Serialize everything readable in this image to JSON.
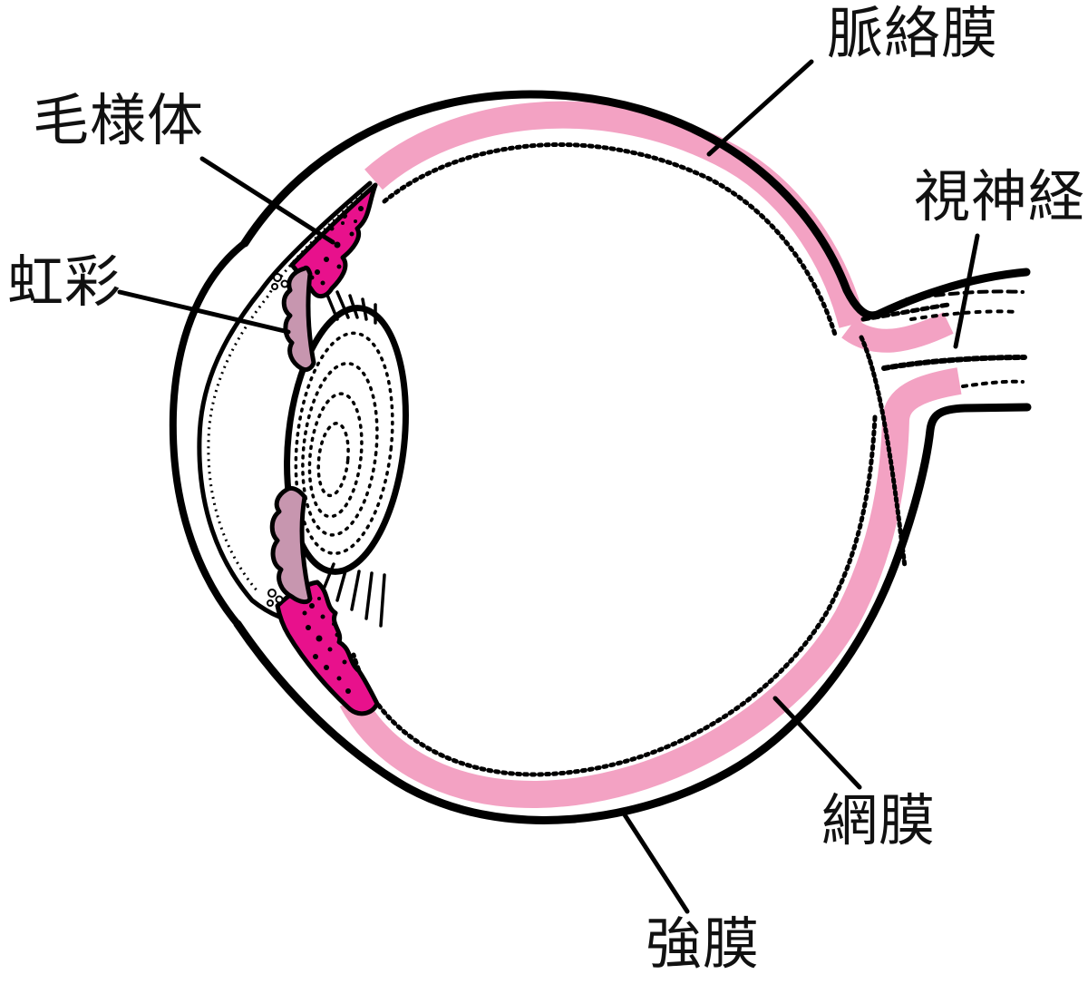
{
  "figure": {
    "type": "anatomical-diagram",
    "subject": "human eye cross-section (horizontal section of eyeball)",
    "labels": {
      "choroid": "脈絡膜",
      "ciliary_body": "毛様体",
      "iris": "虹彩",
      "optic_nerve": "視神経",
      "retina": "網膜",
      "sclera": "強膜"
    },
    "colors": {
      "outline": "#000000",
      "choroid_pink": "#F3A2C3",
      "ciliary_magenta": "#E8118C",
      "iris_mauve": "#C796AF",
      "background": "#FFFFFF",
      "label_text": "#111111"
    }
  }
}
